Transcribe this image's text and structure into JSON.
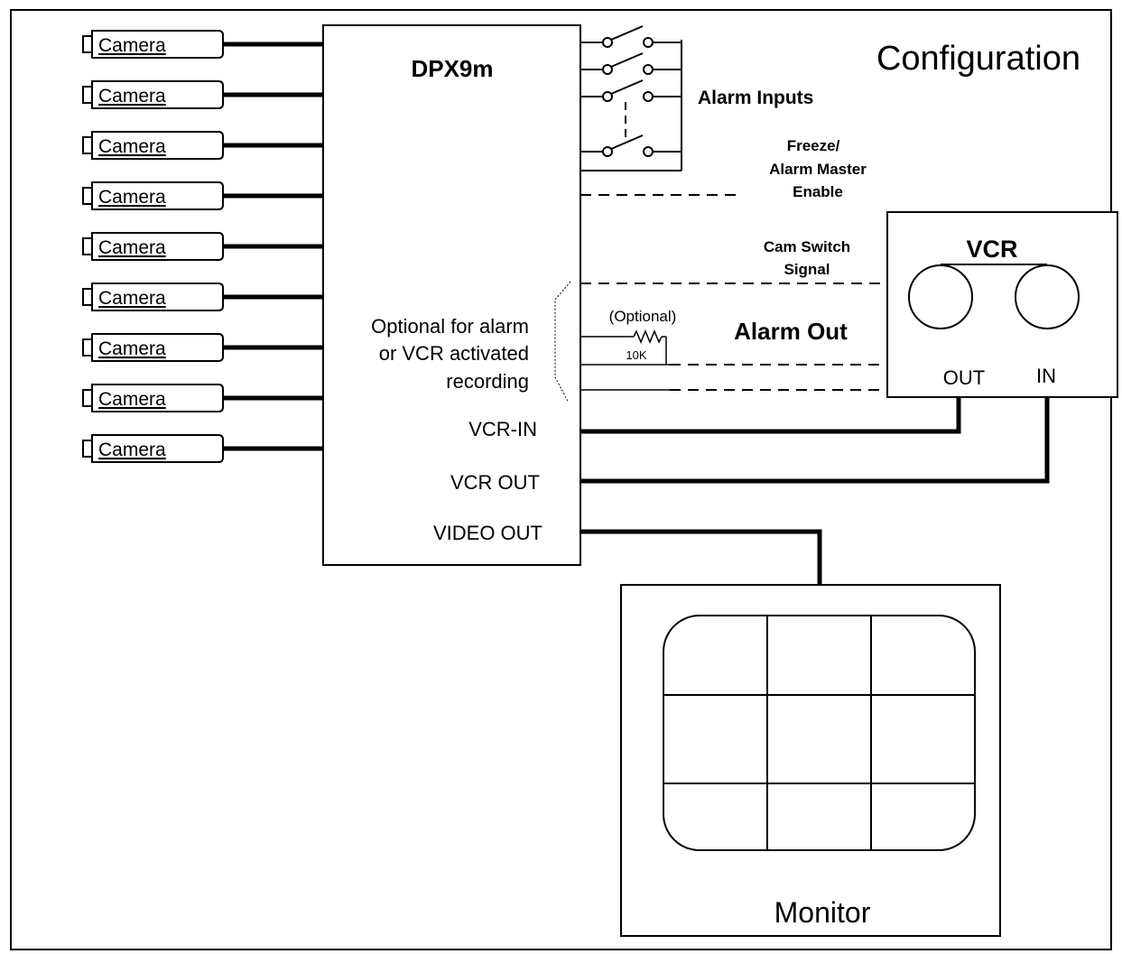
{
  "title": "Configuration",
  "device_label": "DPX9m",
  "camera_label": "Camera",
  "camera_count": 9,
  "alarm_inputs_label": "Alarm Inputs",
  "freeze_label": [
    "Freeze/",
    "Alarm Master",
    "Enable"
  ],
  "cam_switch_label": [
    "Cam Switch",
    "Signal"
  ],
  "optional_note": [
    "Optional for alarm",
    "or VCR activated",
    "recording"
  ],
  "resistor_optional_label": "(Optional)",
  "resistor_value": "10K",
  "alarm_out_label": "Alarm Out",
  "vcr_in_label": "VCR-IN",
  "vcr_out_label": "VCR OUT",
  "video_out_label": "VIDEO OUT",
  "vcr_label": "VCR",
  "vcr_out_port": "OUT",
  "vcr_in_port": "IN",
  "monitor_label": "Monitor"
}
